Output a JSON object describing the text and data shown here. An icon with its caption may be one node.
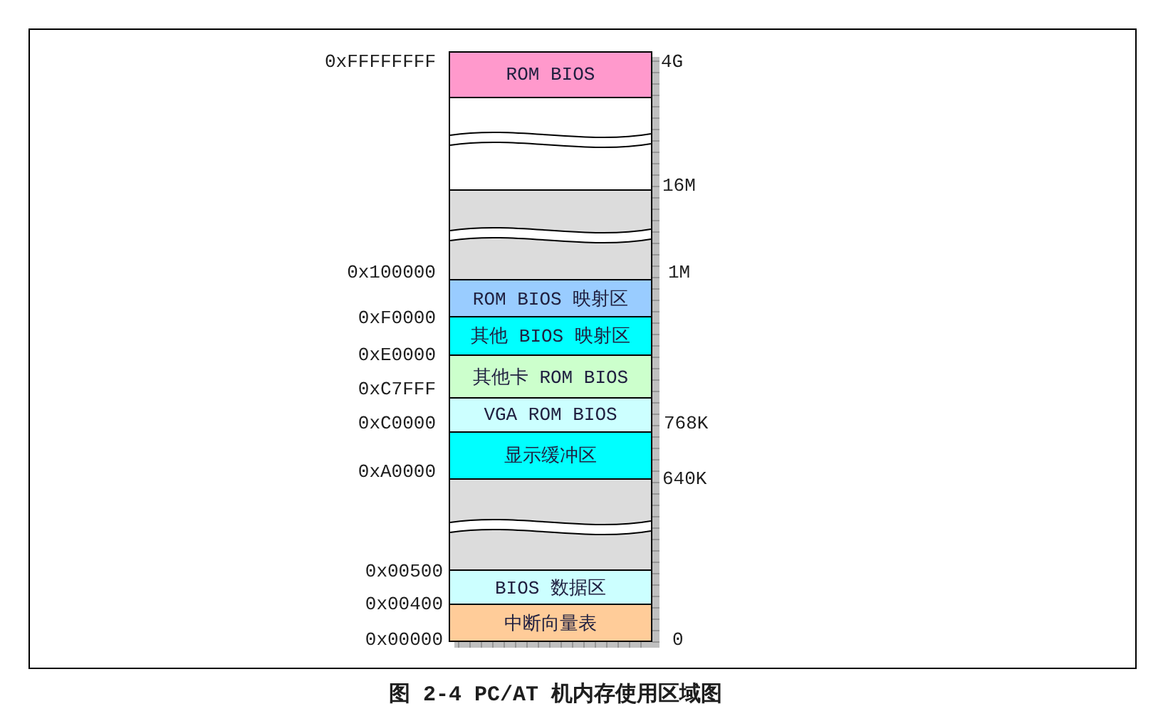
{
  "diagram": {
    "caption": "图 2-4 PC/AT 机内存使用区域图",
    "nodes": [
      {
        "text": [
          "ROM BIOS"
        ]
      },
      {
        "text": [],
        "shape": "box"
      },
      {
        "text": [],
        "shape": "box"
      },
      {
        "text": [
          "ROM BIOS 映射区"
        ]
      },
      {
        "text": [
          "其他 BIOS 映射区"
        ]
      },
      {
        "text": [
          "其他卡 ROM BIOS"
        ]
      },
      {
        "text": [
          "VGA ROM BIOS"
        ]
      },
      {
        "text": [
          "显示缓冲区"
        ]
      },
      {
        "text": [],
        "shape": "box"
      },
      {
        "text": [
          "BIOS 数据区"
        ]
      },
      {
        "text": [
          "中断向量表"
        ]
      }
    ],
    "labels": [
      "0xFFFFFFFF",
      "4G",
      "16M",
      "0x100000",
      "1M",
      "0xF0000",
      "0xE0000",
      "0xC7FFF",
      "0xC0000",
      "768K",
      "0xA0000",
      "640K",
      "0x00500",
      "0x00400",
      "0x00000",
      "0"
    ]
  }
}
